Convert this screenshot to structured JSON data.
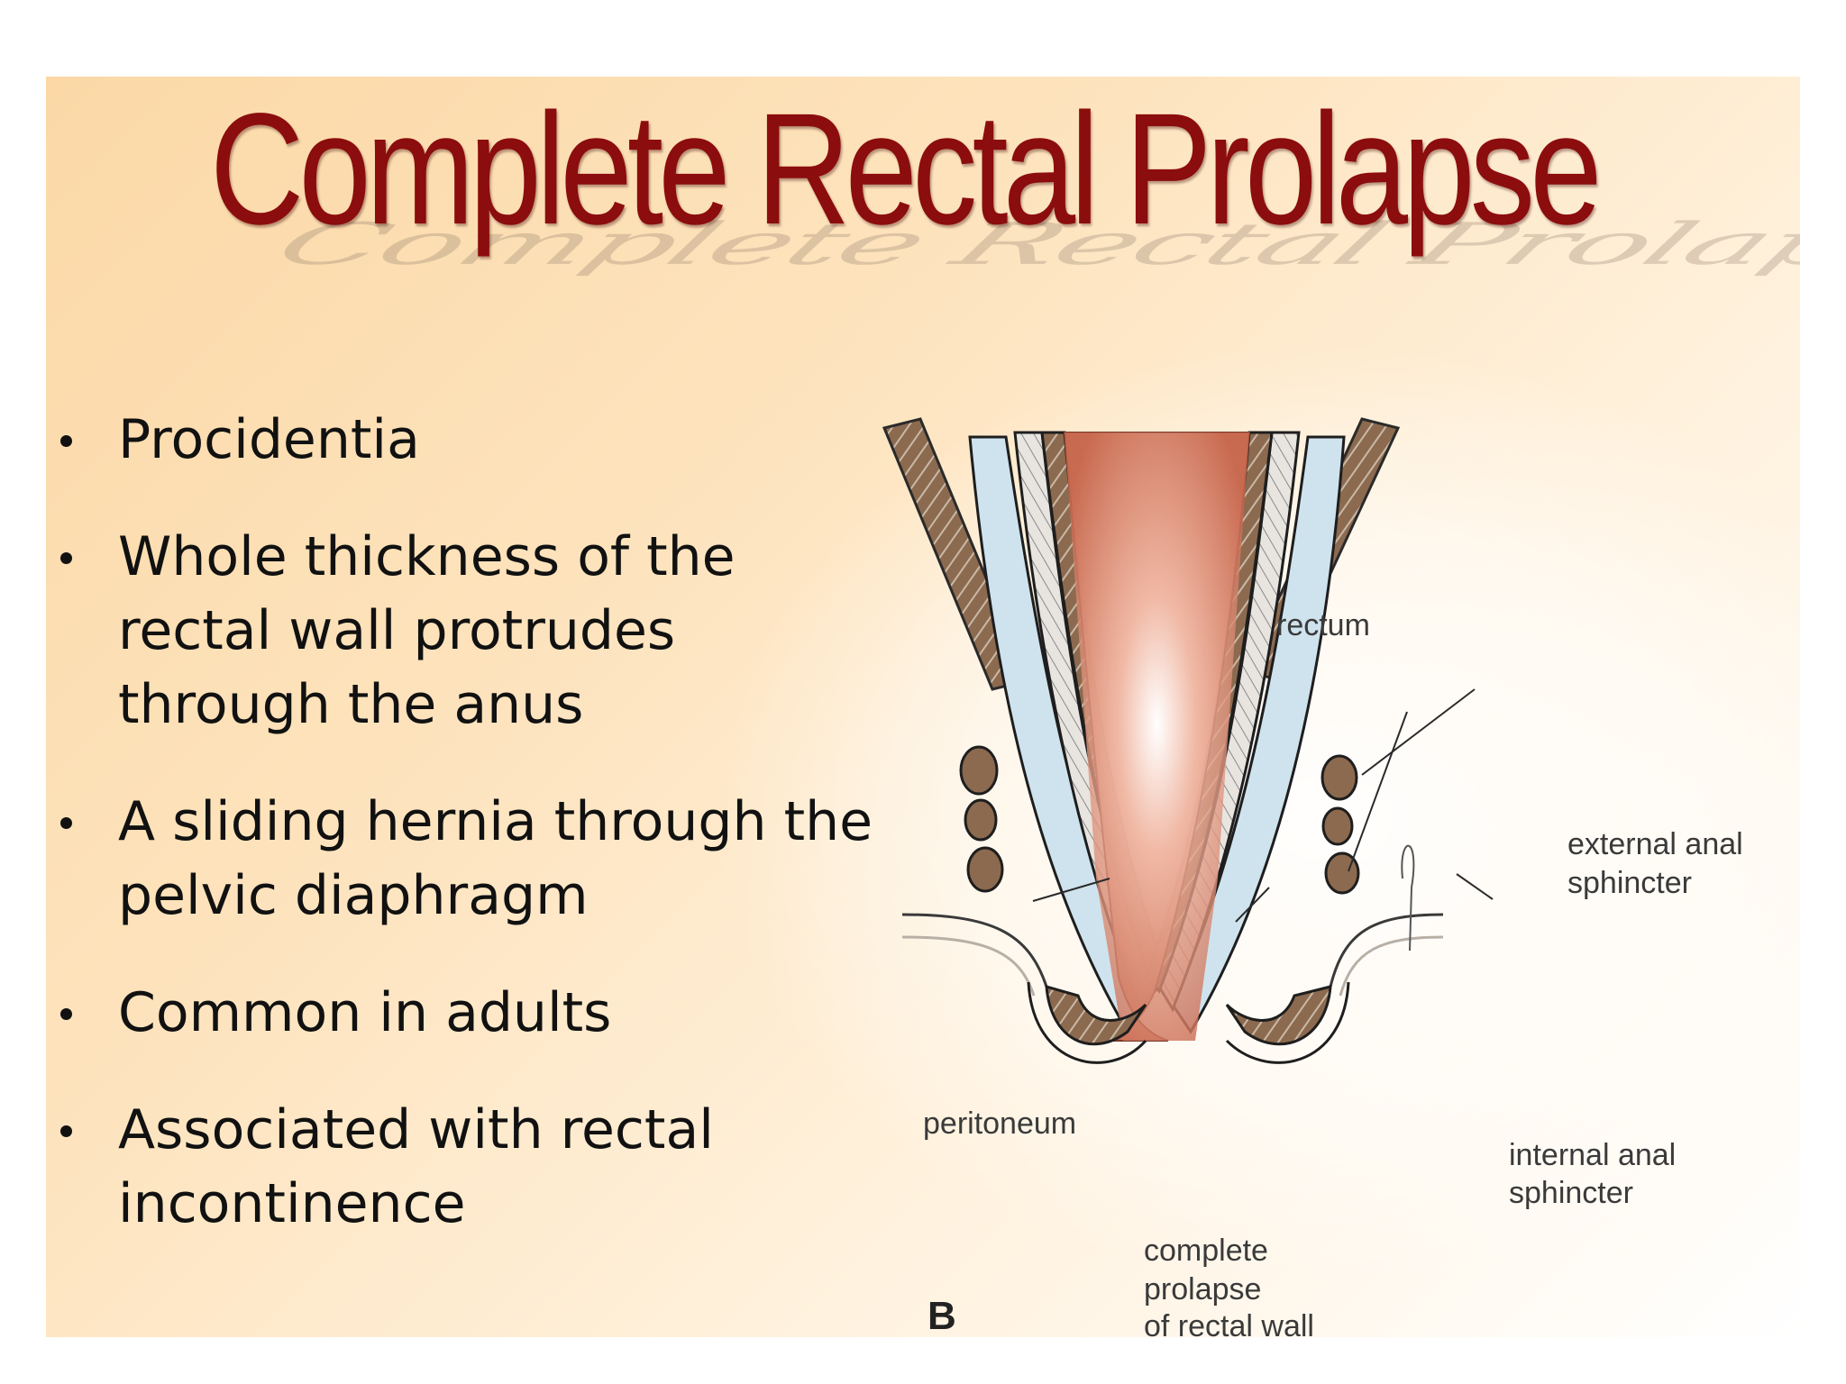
{
  "slide": {
    "title": "Complete Rectal Prolapse",
    "bullets": [
      "Procidentia",
      "Whole thickness of the rectal wall protrudes through the anus",
      "A sliding hernia through the pelvic diaphragm",
      "Common in adults",
      "Associated with rectal incontinence"
    ]
  },
  "diagram": {
    "panel_letter": "B",
    "labels": {
      "rectum": "rectum",
      "external_1": "external anal",
      "external_2": "sphincter",
      "peritoneum": "peritoneum",
      "internal_1": "internal anal",
      "internal_2": "sphincter",
      "complete_1": "complete",
      "complete_2": "prolapse",
      "complete_3": "of rectal wall"
    }
  },
  "colors": {
    "title": "#8b0d0d",
    "rectum_fill": "#d9826a",
    "muscle_fill": "#8c6a4f",
    "fascia_fill": "#cfe3ee",
    "background": "#fde3bd"
  }
}
